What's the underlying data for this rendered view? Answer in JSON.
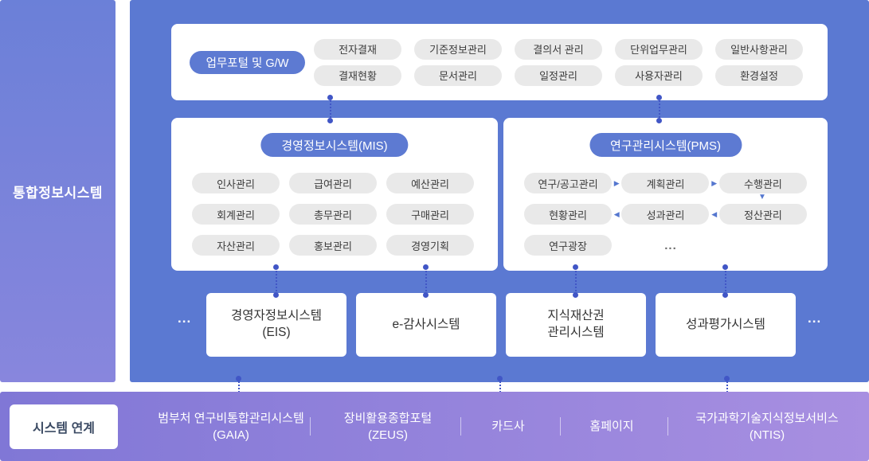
{
  "colors": {
    "main_blue": "#5b79d2",
    "badge_blue": "#5d7ad2",
    "connector_dot": "#4156c6",
    "pill_gray": "#e9e9e9",
    "sidebar_gradient_top": "#6b80d8",
    "sidebar_gradient_bottom": "#8886dd",
    "linkbar_gradient_left": "#8077d6",
    "linkbar_gradient_right": "#a88fe1"
  },
  "sidebar": {
    "label": "통합정보시스템"
  },
  "portal": {
    "badge": "업무포털 및 G/W",
    "pills": [
      "전자결재",
      "기준정보관리",
      "결의서 관리",
      "단위업무관리",
      "일반사항관리",
      "결재현황",
      "문서관리",
      "일정관리",
      "사용자관리",
      "환경설정"
    ]
  },
  "mis": {
    "badge": "경영정보시스템(MIS)",
    "pills": [
      "인사관리",
      "급여관리",
      "예산관리",
      "회계관리",
      "총무관리",
      "구매관리",
      "자산관리",
      "홍보관리",
      "경영기획"
    ]
  },
  "pms": {
    "badge": "연구관리시스템(PMS)",
    "flow_top": [
      "연구/공고관리",
      "계획관리",
      "수행관리"
    ],
    "flow_bottom": [
      "현황관리",
      "성과관리",
      "정산관리"
    ],
    "extra": "연구광장",
    "ellipsis": "..."
  },
  "systems": [
    {
      "line1": "경영자정보시스템",
      "line2": "(EIS)"
    },
    {
      "line1": "e-감사시스템",
      "line2": ""
    },
    {
      "line1": "지식재산권",
      "line2": "관리시스템"
    },
    {
      "line1": "성과평가시스템",
      "line2": ""
    }
  ],
  "systems_ellipsis": "...",
  "linkbar": {
    "label": "시스템 연계",
    "items": [
      {
        "line1": "범부처 연구비통합관리시스템",
        "line2": "(GAIA)"
      },
      {
        "line1": "장비활용종합포털",
        "line2": "(ZEUS)"
      },
      {
        "line1": "카드사",
        "line2": ""
      },
      {
        "line1": "홈페이지",
        "line2": ""
      },
      {
        "line1": "국가과학기술지식정보서비스",
        "line2": "(NTIS)"
      }
    ]
  },
  "icons": {
    "arrow_right": "▶",
    "arrow_left": "◀",
    "arrow_down": "▼"
  }
}
